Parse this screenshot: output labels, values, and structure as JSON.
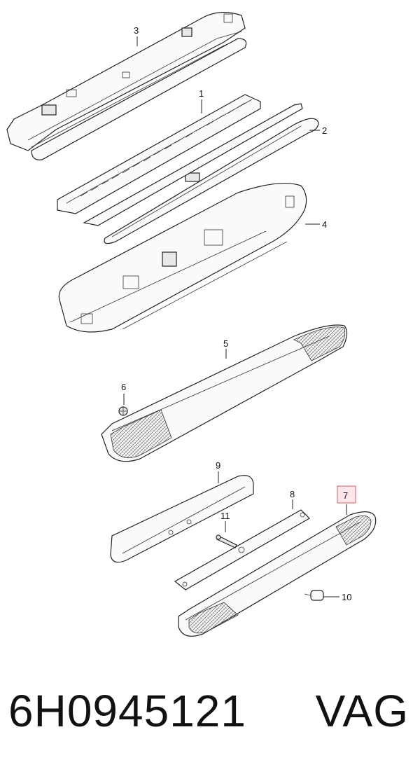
{
  "diagram": {
    "callouts": [
      "1",
      "2",
      "3",
      "4",
      "5",
      "6",
      "7",
      "8",
      "9",
      "10",
      "11"
    ],
    "highlighted": "7",
    "highlight_color": "#e57373"
  },
  "footer": {
    "part_number": "6H0945121",
    "brand": "VAG"
  }
}
